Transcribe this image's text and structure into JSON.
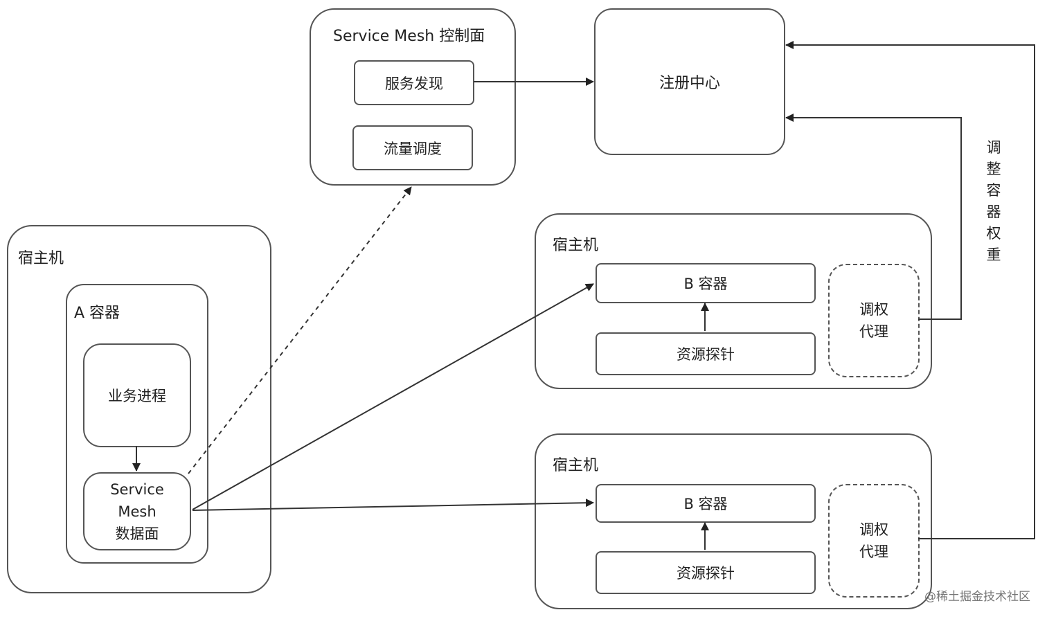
{
  "control_plane": {
    "title": "Service Mesh 控制面",
    "service_discovery": "服务发现",
    "traffic_scheduling": "流量调度"
  },
  "registry": {
    "label": "注册中心"
  },
  "host_a": {
    "title": "宿主机",
    "container_title": "A 容器",
    "business_process": "业务进程",
    "data_plane_lines": [
      "Service",
      "Mesh",
      "数据面"
    ]
  },
  "host_b1": {
    "title": "宿主机",
    "container": "B 容器",
    "probe": "资源探针",
    "agent_lines": [
      "调权",
      "代理"
    ]
  },
  "host_b2": {
    "title": "宿主机",
    "container": "B 容器",
    "probe": "资源探针",
    "agent_lines": [
      "调权",
      "代理"
    ]
  },
  "weight_label_lines": [
    "调整",
    "容器",
    "权重"
  ],
  "watermark": "@稀土掘金技术社区"
}
